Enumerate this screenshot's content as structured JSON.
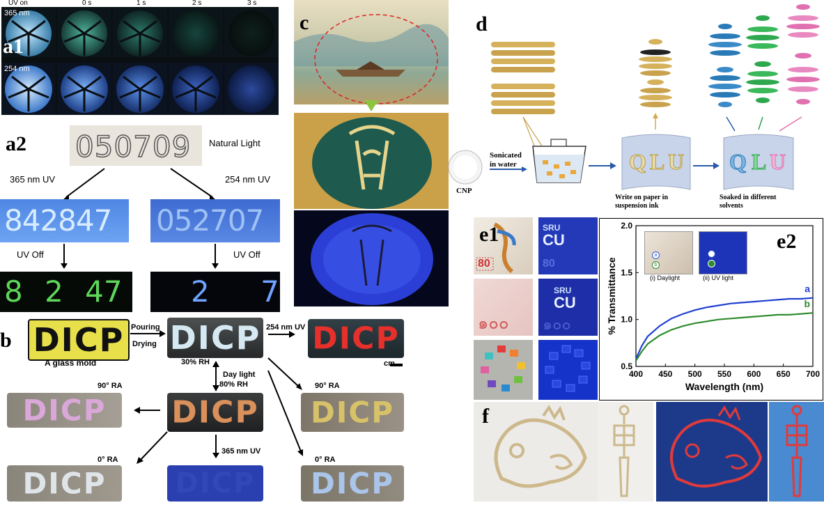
{
  "panels": {
    "a1": {
      "label": "a1",
      "col_headers": [
        "UV on",
        "0 s",
        "1 s",
        "2 s",
        "3 s"
      ],
      "row_labels": [
        "365 nm",
        "254 nm"
      ]
    },
    "a2": {
      "label": "a2",
      "natural_digits": "050709",
      "natural_caption": "Natural Light",
      "uv365_label": "365 nm UV",
      "uv254_label": "254 nm UV",
      "uv365_digits": "842847",
      "uv254_digits": "052707",
      "uv_off_label": "UV Off",
      "off365_digits": "8 2 47",
      "off254_digits": "2 7"
    },
    "b": {
      "label": "b",
      "mold_text": "DICP",
      "mold_caption": "A glass mold",
      "pouring": "Pouring",
      "drying": "Drying",
      "rh30": "30% RH",
      "uv254": "254 nm UV",
      "scale": "1 cm",
      "daylight": "Day light",
      "rh80": "80% RH",
      "ra90_left": "90° RA",
      "ra90_right": "90° RA",
      "ra0_left": "0° RA",
      "ra0_right": "0° RA",
      "uv365": "365 nm UV"
    },
    "c": {
      "label": "c"
    },
    "d": {
      "label": "d",
      "cnp": "CNP",
      "sonicated": "Sonicated",
      "in_water": "in water",
      "write_caption": "Write on paper in suspension ink",
      "soak_caption": "Soaked in different solvents",
      "letters": [
        "Q",
        "L",
        "U"
      ]
    },
    "e1": {
      "label": "e1",
      "sru": "SRU",
      "cu": "CU",
      "note80": "80",
      "note100": "๑๐๐"
    },
    "e2": {
      "label": "e2",
      "inset_daylight": "(i) Daylight",
      "inset_uv": "(ii) UV light",
      "curve_a": "a",
      "curve_b": "b"
    },
    "f": {
      "label": "f"
    }
  },
  "chart_data": {
    "type": "line",
    "xlabel": "Wavelength (nm)",
    "ylabel": "% Transmittance",
    "xlim": [
      400,
      700
    ],
    "ylim": [
      0.5,
      2.0
    ],
    "xticks": [
      400,
      450,
      500,
      550,
      600,
      650,
      700
    ],
    "yticks": [
      0.5,
      1.0,
      1.5,
      2.0
    ],
    "ytick_labels": [
      "0.5",
      "1.0",
      "1.5",
      "2.0"
    ],
    "series": [
      {
        "name": "a",
        "color": "#1f3fd0",
        "x": [
          400,
          410,
          420,
          440,
          460,
          480,
          500,
          520,
          540,
          560,
          580,
          600,
          620,
          640,
          660,
          680,
          700
        ],
        "y": [
          0.58,
          0.72,
          0.82,
          0.93,
          1.01,
          1.06,
          1.1,
          1.13,
          1.15,
          1.17,
          1.18,
          1.19,
          1.2,
          1.21,
          1.22,
          1.22,
          1.23
        ]
      },
      {
        "name": "b",
        "color": "#2e8b2e",
        "x": [
          400,
          410,
          420,
          440,
          460,
          480,
          500,
          520,
          540,
          560,
          580,
          600,
          620,
          640,
          660,
          680,
          700
        ],
        "y": [
          0.56,
          0.66,
          0.74,
          0.83,
          0.89,
          0.93,
          0.96,
          0.98,
          1.0,
          1.01,
          1.02,
          1.03,
          1.04,
          1.05,
          1.05,
          1.06,
          1.07
        ]
      }
    ]
  }
}
